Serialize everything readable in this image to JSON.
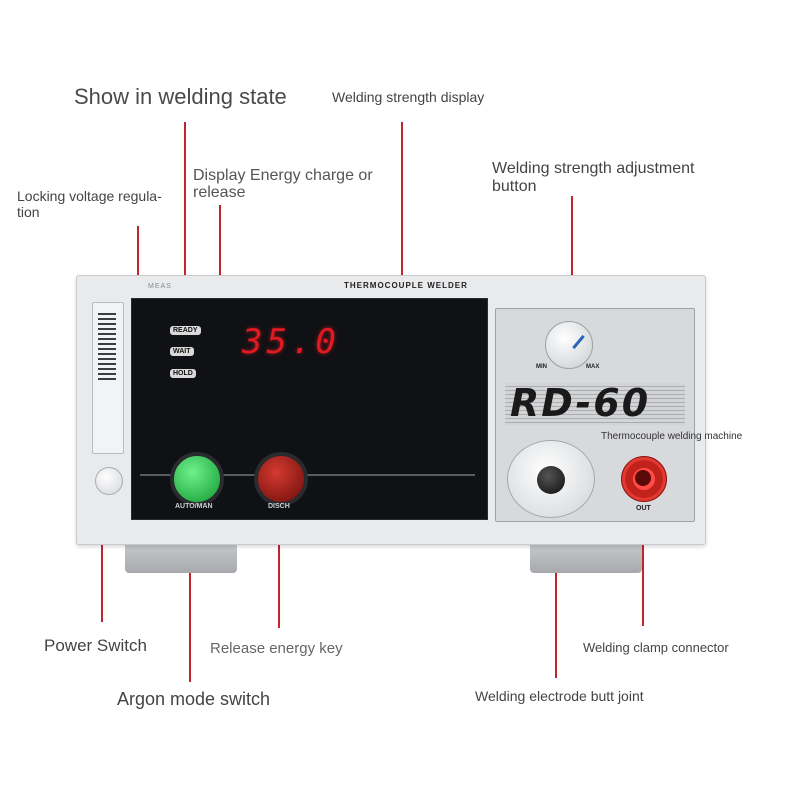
{
  "annotations": {
    "show_in_welding_state": "Show in welding state",
    "welding_strength_display": "Welding strength display",
    "welding_strength_adjustment_line1": "Welding strength adjustment",
    "welding_strength_adjustment_line2": "button",
    "display_energy_line1": "Display Energy charge or",
    "display_energy_line2": "release",
    "locking_voltage_line1": "Locking voltage regula-",
    "locking_voltage_line2": "tion",
    "power_switch": "Power Switch",
    "release_energy_key": "Release energy key",
    "argon_mode_switch": "Argon mode switch",
    "welding_clamp_connector": "Welding clamp connector",
    "welding_electrode_butt_joint": "Welding electrode butt joint"
  },
  "device": {
    "brand": "MEAS",
    "model_strip": "THERMOCOUPLE WELDER",
    "indicators": {
      "ready": "READY",
      "wait": "WAIT",
      "hold": "HOLD"
    },
    "display_value": "35.0",
    "auto_man_label": "AUTO/MAN",
    "disch_label": "DISCH",
    "knob_min": "MIN",
    "knob_max": "MAX",
    "model_logo": "RD-60",
    "sub_caption": "Thermocouple welding machine",
    "out_label": "OUT"
  },
  "colors": {
    "leader": "#c0262d",
    "display_red": "#e11a22",
    "green_button": "#129a32",
    "red_button": "#6c0c0a"
  }
}
